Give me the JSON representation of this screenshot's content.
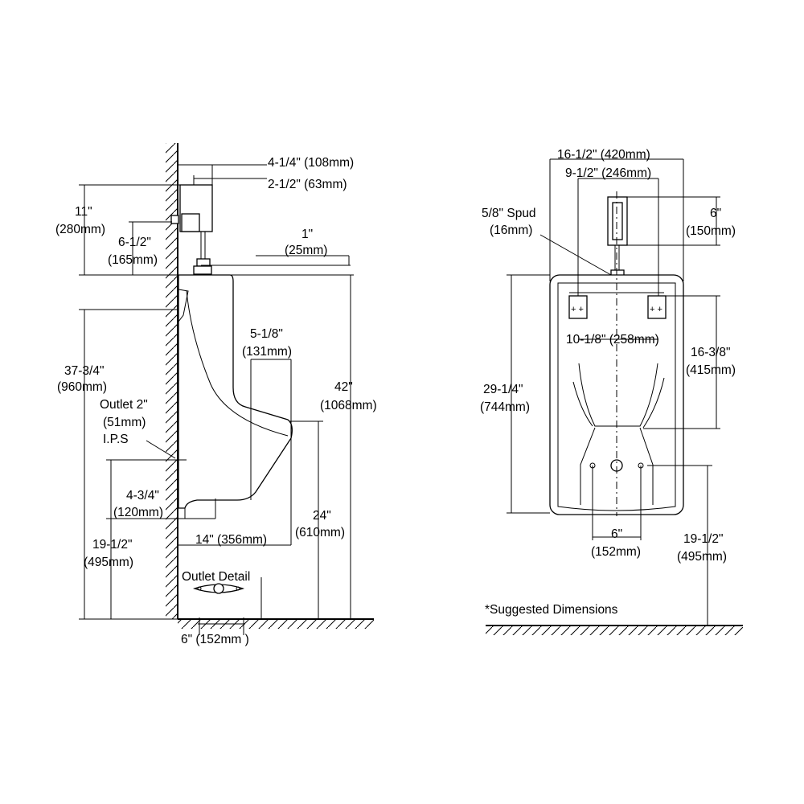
{
  "side_view": {
    "dims": {
      "d_4_1_4": "4-1/4\" (108mm)",
      "d_2_1_2": "2-1/2\" (63mm)",
      "d_11_a": "11\"",
      "d_11_b": "(280mm)",
      "d_6_1_2_a": "6-1/2\"",
      "d_6_1_2_b": "(165mm)",
      "d_1_a": "1\"",
      "d_1_b": "(25mm)",
      "d_5_1_8_a": "5-1/8\"",
      "d_5_1_8_b": "(131mm)",
      "d_37_3_4_a": "37-3/4\"",
      "d_37_3_4_b": "(960mm)",
      "d_42_a": "42\"",
      "d_42_b": "(1068mm)",
      "outlet_a": "Outlet 2\"",
      "outlet_b": "(51mm)",
      "outlet_c": "I.P.S",
      "d_4_3_4_a": "4-3/4\"",
      "d_4_3_4_b": "(120mm)",
      "d_24_a": "24\"",
      "d_24_b": "(610mm)",
      "d_14": "14\" (356mm)",
      "d_19_1_2_a": "19-1/2\"",
      "d_19_1_2_b": "(495mm)",
      "outlet_detail": "Outlet Detail",
      "d_6_152": "6\" (152mm )"
    }
  },
  "front_view": {
    "dims": {
      "d_16_1_2": "16-1/2\" (420mm)",
      "d_9_1_2": "9-1/2\" (246mm)",
      "spud_a": "5/8\" Spud",
      "spud_b": "(16mm)",
      "d_6_a": "6\"",
      "d_6_b": "(150mm)",
      "d_10_1_8": "10-1/8\" (258mm)",
      "d_16_3_8_a": "16-3/8\"",
      "d_16_3_8_b": "(415mm)",
      "d_29_1_4_a": "29-1/4\"",
      "d_29_1_4_b": "(744mm)",
      "d_6_bottom_a": "6\"",
      "d_6_bottom_b": "(152mm)",
      "d_19_1_2_a": "19-1/2\"",
      "d_19_1_2_b": "(495mm)"
    },
    "note": "*Suggested Dimensions"
  }
}
